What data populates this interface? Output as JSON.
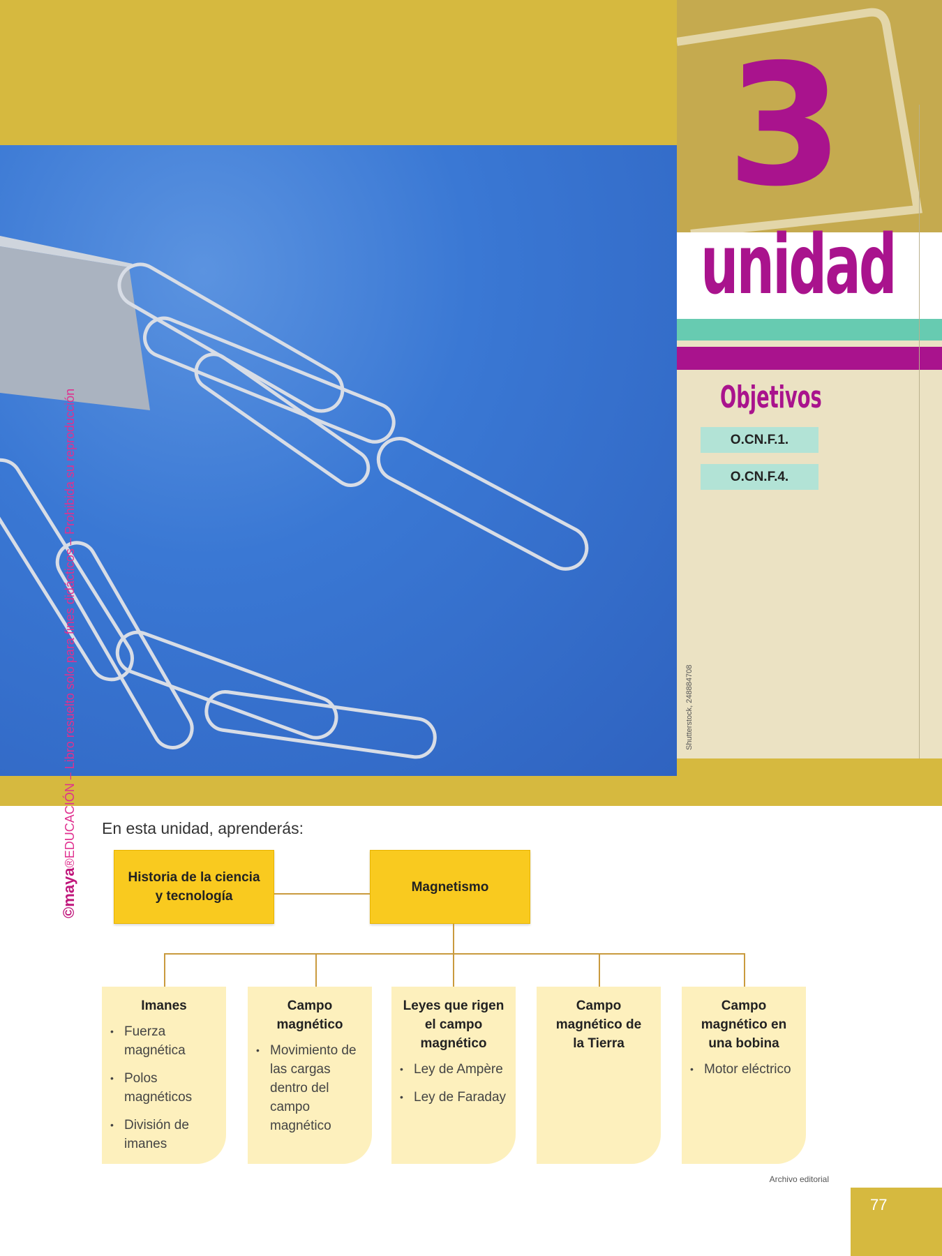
{
  "unit": {
    "number": "3",
    "label": "unidad"
  },
  "objectives": {
    "title": "Objetivos",
    "items": [
      "O.CN.F.1.",
      "O.CN.F.4."
    ]
  },
  "photo_credit": "Shutterstock, 248884708",
  "watermark": {
    "brand": "©maya",
    "text": "®EDUCACIÓN – Libro resuelto solo para fines didácticos – Prohibida su reproducción"
  },
  "intro": "En esta unidad, aprenderás:",
  "concept_map": {
    "top": [
      "Historia de la ciencia y tecnología",
      "Magnetismo"
    ],
    "cards": [
      {
        "title": "Imanes",
        "items": [
          "Fuerza magnética",
          "Polos magnéticos",
          "División de imanes"
        ]
      },
      {
        "title": "Campo magnético",
        "items": [
          "Movimiento de las cargas dentro del campo magnético"
        ]
      },
      {
        "title": "Leyes que rigen el campo magnético",
        "items": [
          "Ley de Ampère",
          "Ley de Faraday"
        ]
      },
      {
        "title": "Campo magnético de la Tierra",
        "items": []
      },
      {
        "title": "Campo magnético en una bobina",
        "items": [
          "Motor eléctrico"
        ]
      }
    ]
  },
  "image_credit": "Archivo editorial",
  "page_number": "77",
  "colors": {
    "magenta": "#a9138d",
    "gold": "#d6b93f",
    "teal": "#67cbb1",
    "yellow": "#f9ca1f",
    "cream": "#fdf0bd"
  }
}
